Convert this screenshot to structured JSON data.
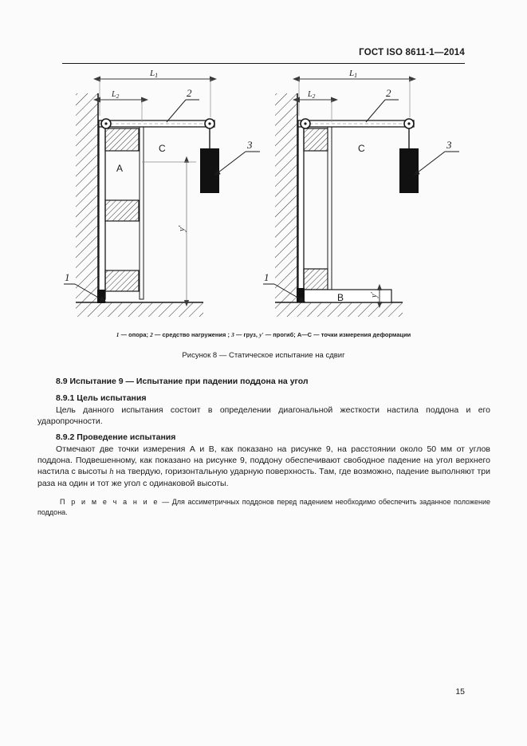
{
  "document": {
    "standard_header": "ГОСТ ISO 8611-1—2014",
    "page_number": "15"
  },
  "figure": {
    "legend_parts": {
      "p1": "1",
      "t1": " — опора; ",
      "p2": "2",
      "t2": " — средство нагружения ; ",
      "p3": "3",
      "t3": " — груз, ",
      "p4": "y",
      "t4": " — прогиб; А—С — точки измерения деформации"
    },
    "title": "Рисунок 8 — Статическое испытание на сдвиг",
    "labels": {
      "L1": "L",
      "L1_sub": "1",
      "L2": "L",
      "L2_sub": "2",
      "callout_1": "1",
      "callout_2": "2",
      "callout_3": "3",
      "point_A": "A",
      "point_B": "B",
      "point_C": "C",
      "deflection": "y"
    }
  },
  "sections": {
    "heading_8_9": "8.9 Испытание 9 — Испытание при падении поддона на угол",
    "heading_8_9_1": "8.9.1 Цель испытания",
    "para_8_9_1": "Цель данного испытания состоит в определении диагональной жесткости настила поддона и его ударопрочности.",
    "heading_8_9_2": "8.9.2 Проведение испытания",
    "para_8_9_2_a": "Отмечают две точки измерения А и В, как показано на рисунке 9, на расстоянии около 50 мм от углов поддона. Подвешенному, как показано на рисунке 9, поддону обеспечивают свободное падение на угол верхнего настила с высоты ",
    "para_8_9_2_h": "h",
    "para_8_9_2_b": " на твердую, горизонтальную ударную поверхность. Там, где возможно, падение выполняют три раза на один и тот же угол с одинаковой высоты.",
    "note_label": "П р и м е ч а н и е",
    "note_dash": "  —  ",
    "note_text": "Для ассиметричных поддонов перед падением необходимо обеспечить заданное положение поддона."
  },
  "colors": {
    "ink": "#1a1a1a",
    "page": "#fbfbfb",
    "weight_fill": "#111111",
    "dim_line": "#6f6f6f"
  }
}
